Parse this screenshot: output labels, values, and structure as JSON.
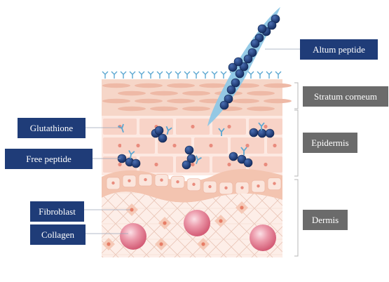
{
  "labels": {
    "altum_peptide": "Altum peptide",
    "stratum_corneum": "Stratum corneum",
    "epidermis": "Epidermis",
    "dermis": "Dermis",
    "glutathione": "Glutathione",
    "free_peptide": "Free peptide",
    "fibroblast": "Fibroblast",
    "collagen": "Collagen"
  },
  "colors": {
    "label_navy": "#1f3c78",
    "label_gray": "#6b6b6b",
    "peptide_bead": "#1f3c78",
    "carrier": "#8ec7e6",
    "glutathione_y": "#5ba7d1",
    "stratum_corneum": "#f3c9b8",
    "epidermis": "#fbe4dc",
    "dermis": "#fbe7df",
    "collagen_sphere": "#e2788f"
  }
}
